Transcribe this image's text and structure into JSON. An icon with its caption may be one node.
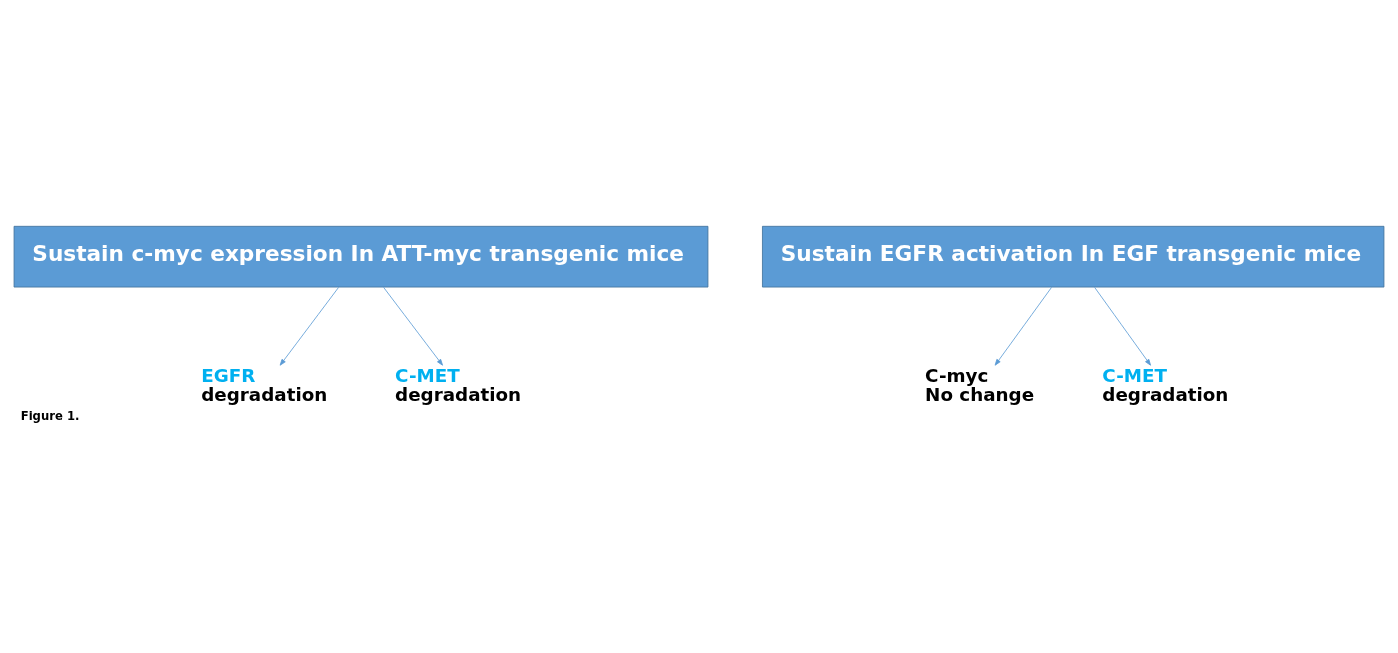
{
  "diagram": {
    "caption": "Figure 1.",
    "nodes": [
      {
        "text": [
          "Sustain c-myc expression In ATT-myc transgenic mice"
        ]
      },
      {
        "text": [
          "Sustain EGFR activation In EGF transgenic mice"
        ]
      },
      {
        "text": [
          "EGFR",
          "degradation"
        ]
      },
      {
        "text": [
          "C-MET",
          "degradation"
        ]
      },
      {
        "text": [
          "C-myc",
          "No change"
        ]
      },
      {
        "text": [
          "C-MET",
          "degradation"
        ]
      }
    ],
    "edges": [
      {
        "from": 0,
        "to": 2,
        "arrow": "to"
      },
      {
        "from": 0,
        "to": 3,
        "arrow": "to"
      },
      {
        "from": 1,
        "to": 4,
        "arrow": "to"
      },
      {
        "from": 1,
        "to": 5,
        "arrow": "to"
      }
    ]
  }
}
